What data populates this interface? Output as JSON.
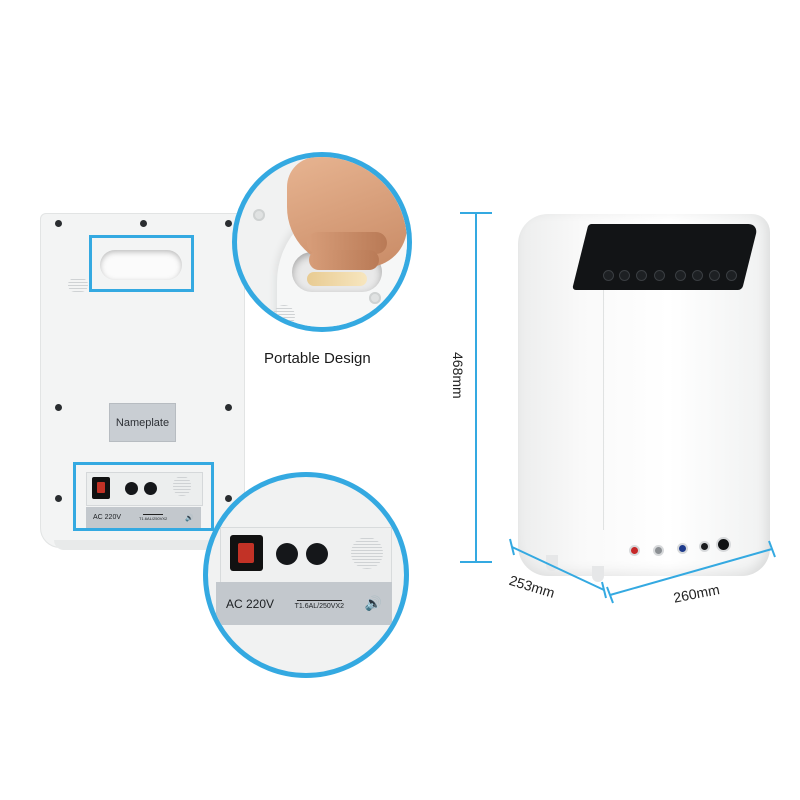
{
  "captions": {
    "portable_design": "Portable Design",
    "nameplate": "Nameplate"
  },
  "back_panel_small": {
    "voltage": "AC 220V",
    "fuse": "T1.6AL/250VX2"
  },
  "zoom_panel": {
    "voltage": "AC 220V",
    "fuse": "T1.6AL/250VX2"
  },
  "dimensions": {
    "height": "468mm",
    "depth": "253mm",
    "width": "260mm"
  },
  "colors": {
    "accent": "#34a9e1",
    "device_body": "#f7f7f7",
    "label_strip": "#c3c8cd",
    "switch_red": "#c23226",
    "screen": "#121416"
  },
  "icons": {
    "speaker": "speaker-icon",
    "power_switch": "power-switch-icon"
  }
}
